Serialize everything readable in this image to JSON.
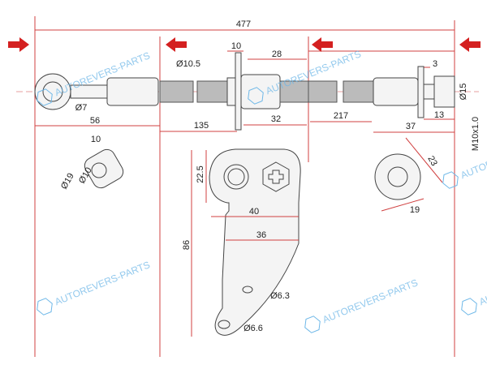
{
  "dimensions": {
    "overall": "477",
    "d_10_top": "10",
    "d_28": "28",
    "d_3": "3",
    "dia_10_5": "Ø10.5",
    "dia_7": "Ø7",
    "d_56": "56",
    "d_135": "135",
    "d_32": "32",
    "d_217": "217",
    "d_37": "37",
    "d_13": "13",
    "dia_15": "Ø15",
    "thread": "M10x1.0",
    "side_10": "10",
    "side_dia_10": "Ø10",
    "side_dia_19": "Ø19",
    "nut_23": "23",
    "nut_19": "19",
    "bracket_22_5": "22.5",
    "bracket_40": "40",
    "bracket_36": "36",
    "bracket_86": "86",
    "dia_6_3": "Ø6.3",
    "dia_6_6": "Ø6.6"
  },
  "watermark": "AUTOREVERS-PARTS",
  "colors": {
    "dimension": "#d04040",
    "arrow": "#d42020",
    "watermark": "#6fb8e8"
  }
}
